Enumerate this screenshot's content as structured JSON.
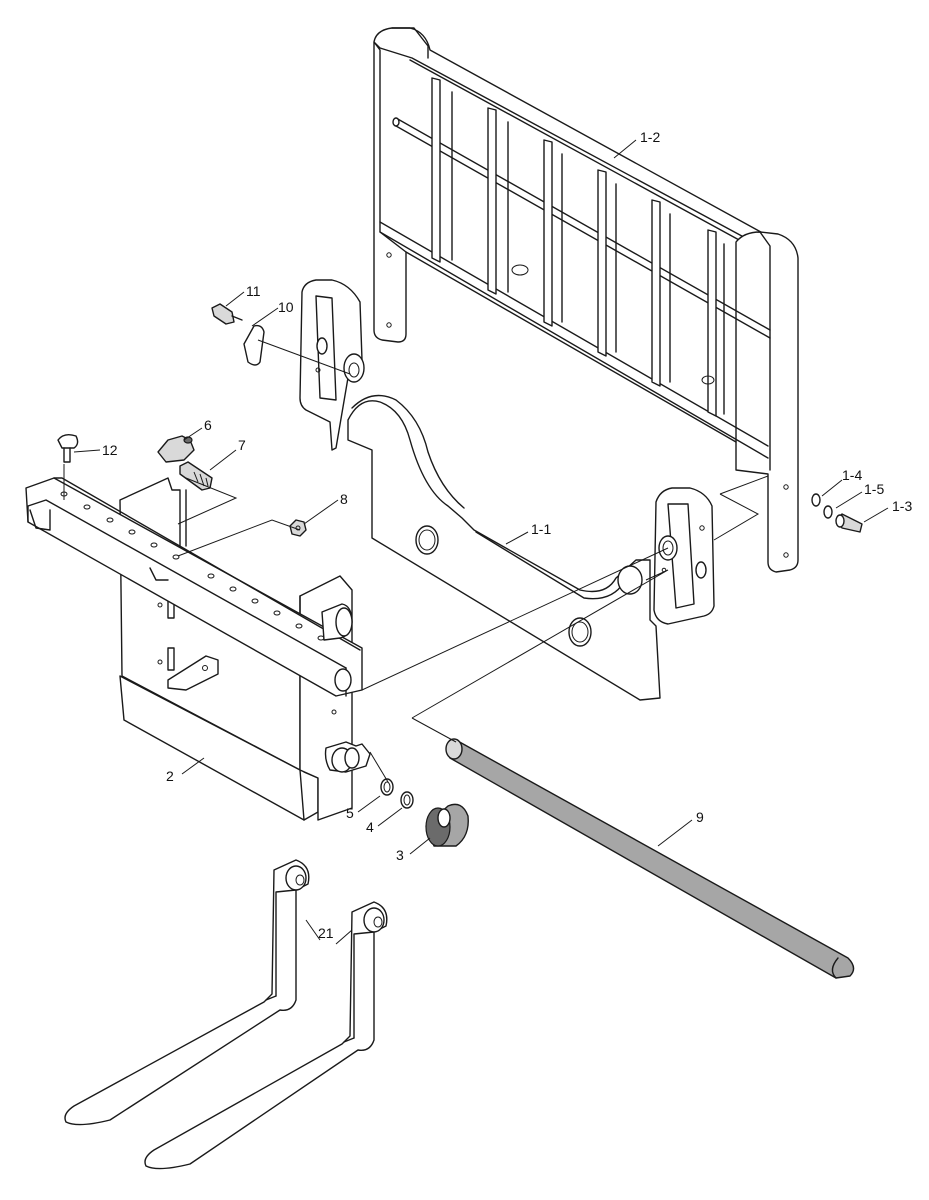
{
  "labels": {
    "l_1_1": "1-1",
    "l_1_2": "1-2",
    "l_1_3": "1-3",
    "l_1_4": "1-4",
    "l_1_5": "1-5",
    "l_2": "2",
    "l_3": "3",
    "l_4": "4",
    "l_5": "5",
    "l_6": "6",
    "l_7": "7",
    "l_8": "8",
    "l_9": "9",
    "l_10": "10",
    "l_11": "11",
    "l_12": "12",
    "l_21": "21"
  },
  "colors": {
    "line": "#1a1a1a",
    "shade_light": "#d9d9d9",
    "shade_mid": "#a6a6a6",
    "shade_dark": "#6b6b6b",
    "background": "#ffffff"
  }
}
